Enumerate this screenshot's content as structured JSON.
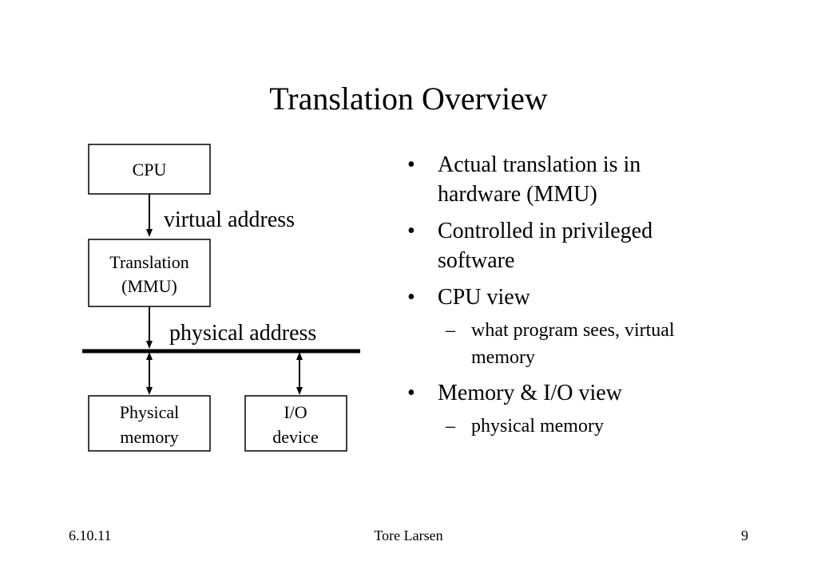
{
  "slide": {
    "title": "Translation Overview"
  },
  "diagram": {
    "cpu_label": "CPU",
    "translation_line1": "Translation",
    "translation_line2": "(MMU)",
    "virtual_address": "virtual address",
    "physical_address": "physical address",
    "physical_memory_line1": "Physical",
    "physical_memory_line2": "memory",
    "io_line1": "I/O",
    "io_line2": "device"
  },
  "bullets": [
    {
      "level": 1,
      "marker": "•",
      "text": "Actual translation is in hardware (MMU)"
    },
    {
      "level": 1,
      "marker": "•",
      "text": "Controlled in privileged software"
    },
    {
      "level": 1,
      "marker": "•",
      "text": "CPU view"
    },
    {
      "level": 2,
      "marker": "–",
      "text": "what program sees, virtual memory"
    },
    {
      "level": 1,
      "marker": "•",
      "text": "Memory & I/O view"
    },
    {
      "level": 2,
      "marker": "–",
      "text": "physical memory"
    }
  ],
  "footer": {
    "date": "6.10.11",
    "author": "Tore Larsen",
    "page": "9"
  }
}
